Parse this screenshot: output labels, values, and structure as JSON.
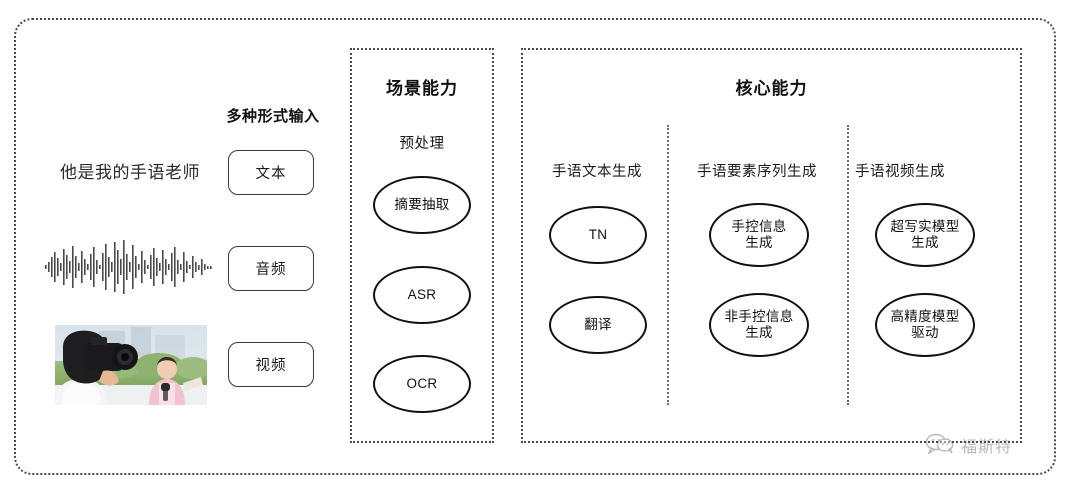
{
  "diagram": {
    "outer_frame": {
      "style": "dotted-rounded-rectangle"
    },
    "input_section": {
      "heading": "多种形式输入",
      "text_sample": "他是我的手语老师",
      "modalities": [
        {
          "label": "文本",
          "icon": "text-sample"
        },
        {
          "label": "音频",
          "icon": "audio-waveform"
        },
        {
          "label": "视频",
          "icon": "video-thumbnail"
        }
      ],
      "waveform_icon": "audio-waveform-icon",
      "video_icon": "video-thumbnail-icon"
    },
    "scene_panel": {
      "title": "场景能力",
      "group_label": "预处理",
      "nodes": [
        {
          "label": "摘要抽取"
        },
        {
          "label": "ASR"
        },
        {
          "label": "OCR"
        }
      ]
    },
    "core_panel": {
      "title": "核心能力",
      "columns": [
        {
          "label": "手语文本生成",
          "nodes": [
            {
              "label": "TN"
            },
            {
              "label": "翻译"
            }
          ]
        },
        {
          "label": "手语要素序列生成",
          "nodes": [
            {
              "label": "手控信息\n生成"
            },
            {
              "label": "非手控信息\n生成"
            }
          ]
        },
        {
          "label": "手语视频生成",
          "nodes": [
            {
              "label": "超写实模型\n生成"
            },
            {
              "label": "高精度模型\n驱动"
            }
          ]
        }
      ]
    },
    "watermark": {
      "text": "福斯特",
      "icon": "wechat-bubbles-icon"
    },
    "colors": {
      "border": "#4a4a4a",
      "node_outline": "#111111",
      "text": "#1a1a1a",
      "background": "#ffffff"
    }
  }
}
